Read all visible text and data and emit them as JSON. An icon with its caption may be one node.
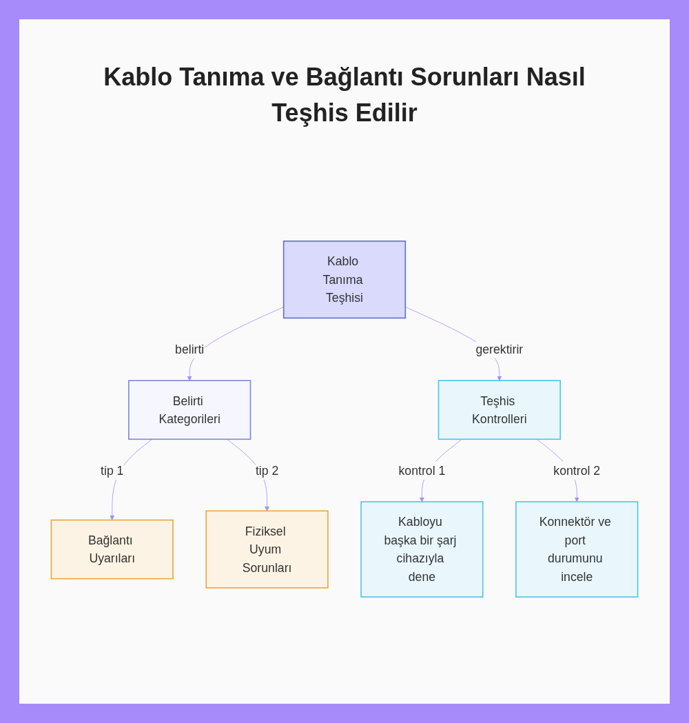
{
  "diagram": {
    "title": "Kablo Tanıma ve Bağlantı Sorunları Nasıl Teşhis Edilir",
    "nodes": [
      {
        "text": [
          "Kablo Tanıma Teşhisi"
        ]
      },
      {
        "text": [
          "Belirti Kategorileri"
        ]
      },
      {
        "text": [
          "Teşhis Kontrolleri"
        ]
      },
      {
        "text": [
          "Bağlantı Uyarıları"
        ]
      },
      {
        "text": [
          "Fiziksel Uyum Sorunları"
        ]
      },
      {
        "text": [
          "Kabloyu başka bir şarj cihazıyla dene"
        ]
      },
      {
        "text": [
          "Konnektör ve port durumunu incele"
        ]
      }
    ],
    "edges": [
      {
        "from": 0,
        "to": 1,
        "arrow": "to",
        "label": "belirti"
      },
      {
        "from": 0,
        "to": 2,
        "arrow": "to",
        "label": "gerektirir"
      },
      {
        "from": 1,
        "to": 3,
        "arrow": "to",
        "label": "tip 1"
      },
      {
        "from": 1,
        "to": 4,
        "arrow": "to",
        "label": "tip 2"
      },
      {
        "from": 2,
        "to": 5,
        "arrow": "to",
        "label": "kontrol 1"
      },
      {
        "from": 2,
        "to": 6,
        "arrow": "to",
        "label": "kontrol 2"
      }
    ]
  }
}
